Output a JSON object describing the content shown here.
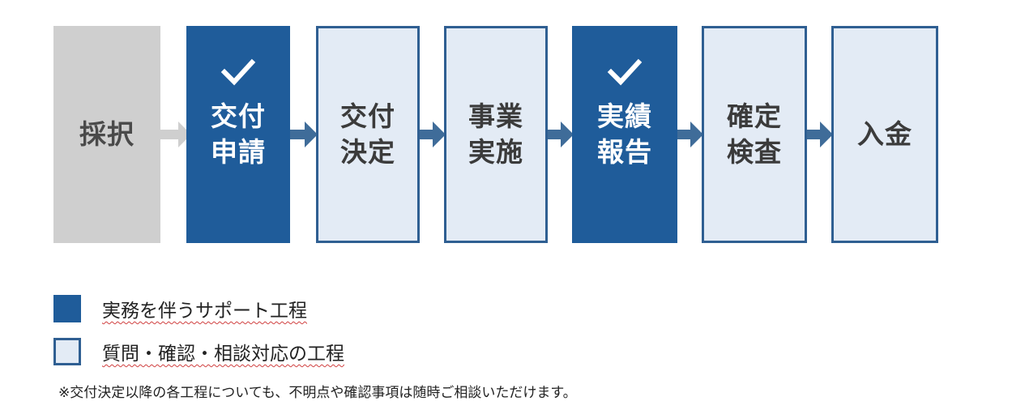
{
  "flow": {
    "steps": [
      {
        "label": "採択",
        "style": "gray",
        "checked": false
      },
      {
        "label": "交付\n申請",
        "style": "dark",
        "checked": true
      },
      {
        "label": "交付\n決定",
        "style": "light",
        "checked": false
      },
      {
        "label": "事業\n実施",
        "style": "light",
        "checked": false
      },
      {
        "label": "実績\n報告",
        "style": "dark",
        "checked": true
      },
      {
        "label": "確定\n検査",
        "style": "light",
        "checked": false
      },
      {
        "label": "入金",
        "style": "light",
        "checked": false
      }
    ],
    "check_icon": "checkmark-icon",
    "arrow_icon": "arrow-right-icon"
  },
  "legend": {
    "items": [
      {
        "label": "実務を伴うサポート工程",
        "style": "dark"
      },
      {
        "label": "質問・確認・相談対応の工程",
        "style": "light"
      }
    ]
  },
  "note": "※交付決定以降の各工程についても、不明点や確認事項は随時ご相談いただけます。",
  "colors": {
    "dark": "#1f5c9a",
    "light_fill": "#e3ebf5",
    "light_border": "#2f5f92",
    "gray": "#cfcfcf",
    "arrow_blue": "#3f6c99",
    "arrow_gray": "#cfcfcf"
  }
}
